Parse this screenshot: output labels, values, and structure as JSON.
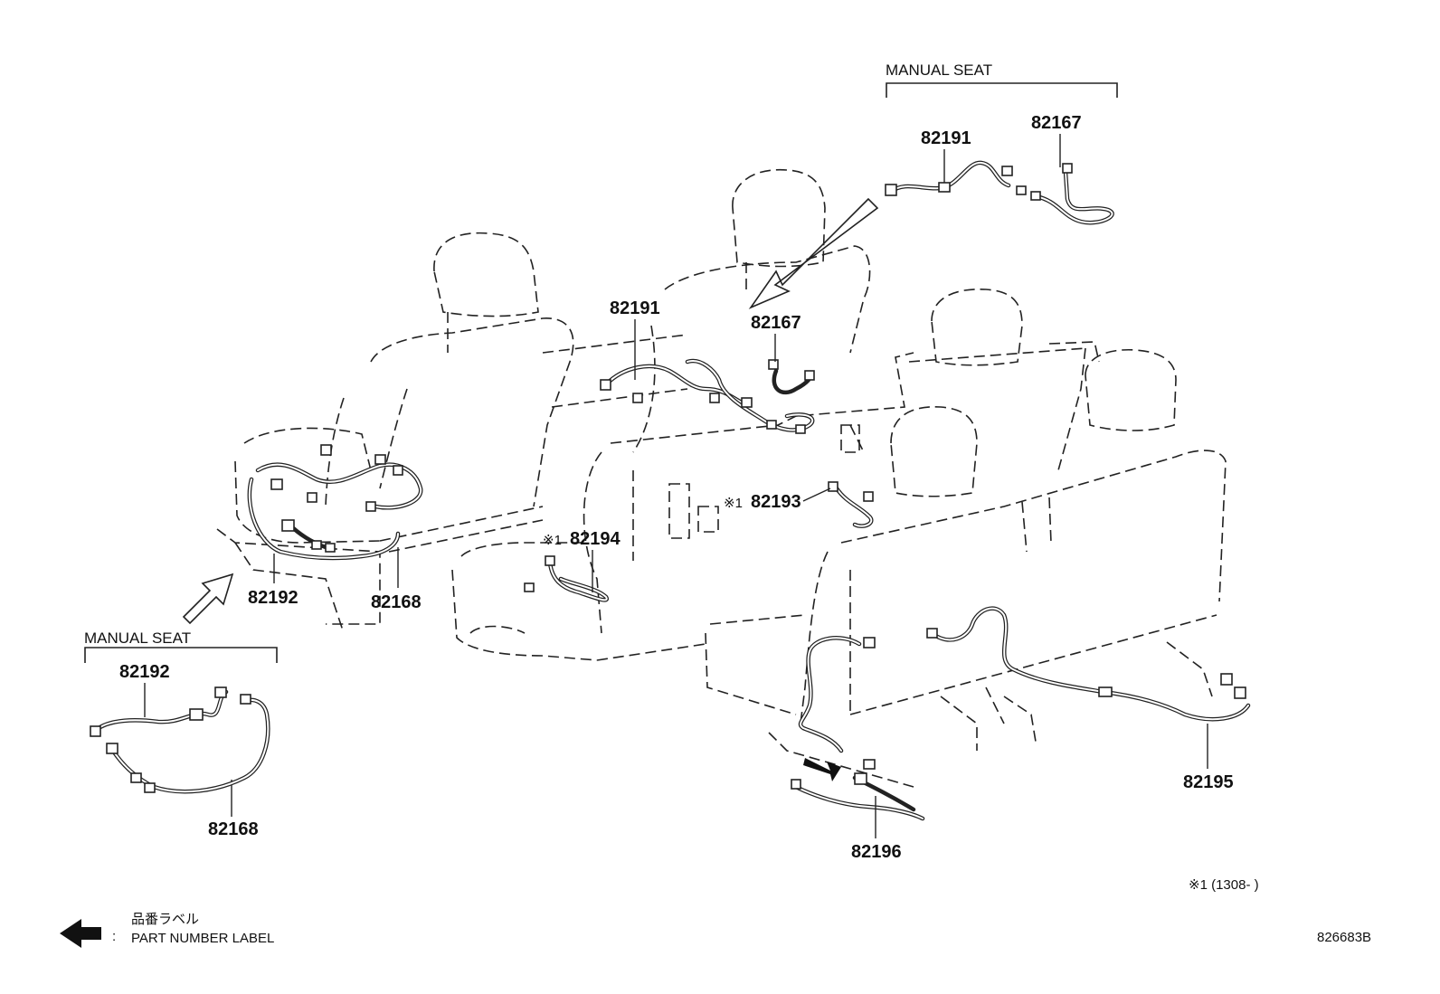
{
  "top_group": {
    "title": "MANUAL SEAT",
    "parts": [
      "82191",
      "82167"
    ]
  },
  "bottom_group": {
    "title": "MANUAL SEAT",
    "parts": [
      "82192",
      "82168"
    ]
  },
  "main_labels": {
    "p82191": "82191",
    "p82167": "82167",
    "p82193": "82193",
    "p82194": "82194",
    "p82192": "82192",
    "p82168": "82168",
    "p82195": "82195",
    "p82196": "82196",
    "note_mark": "※1"
  },
  "footnote": "※1 (1308-      )",
  "legend": {
    "separator": ":",
    "label_jp": "品番ラベル",
    "label_en": "PART NUMBER LABEL"
  },
  "diagram_code": "826683B"
}
